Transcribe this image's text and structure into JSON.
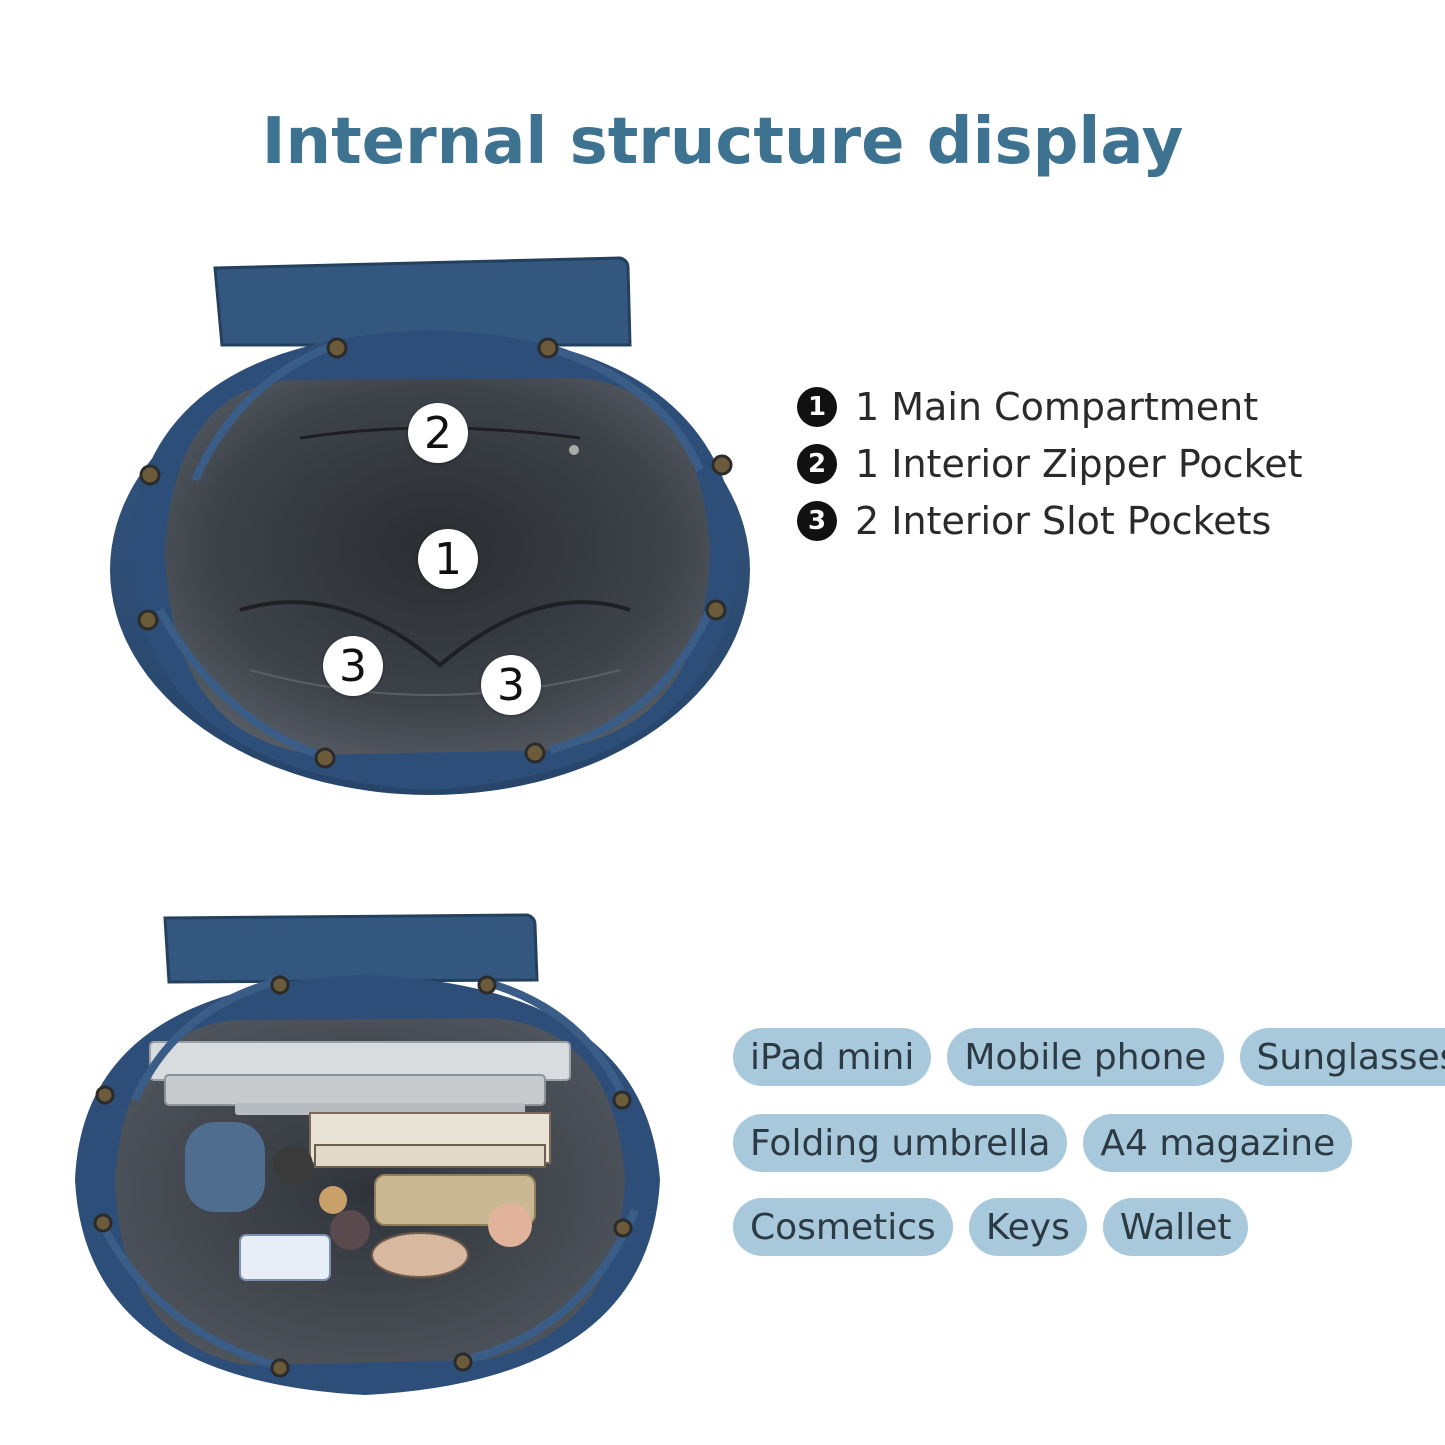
{
  "title": "Internal structure display",
  "features": [
    {
      "num": "1",
      "text": "1 Main Compartment"
    },
    {
      "num": "2",
      "text": "1 Interior Zipper Pocket"
    },
    {
      "num": "3",
      "text": "2 Interior Slot Pockets"
    }
  ],
  "markers": {
    "zipper_pocket": "2",
    "main_compartment": "1",
    "slot_pocket_left": "3",
    "slot_pocket_right": "3"
  },
  "tags": {
    "row1": [
      "iPad mini",
      "Mobile phone",
      "Sunglasses"
    ],
    "row2": [
      "Folding umbrella",
      "A4 magazine"
    ],
    "row3": [
      "Cosmetics",
      "Keys",
      "Wallet"
    ]
  },
  "colors": {
    "title": "#3d7291",
    "denim": "#2f4f78",
    "lining": "#3b3f44",
    "tag_bg": "#a8c8dc"
  }
}
